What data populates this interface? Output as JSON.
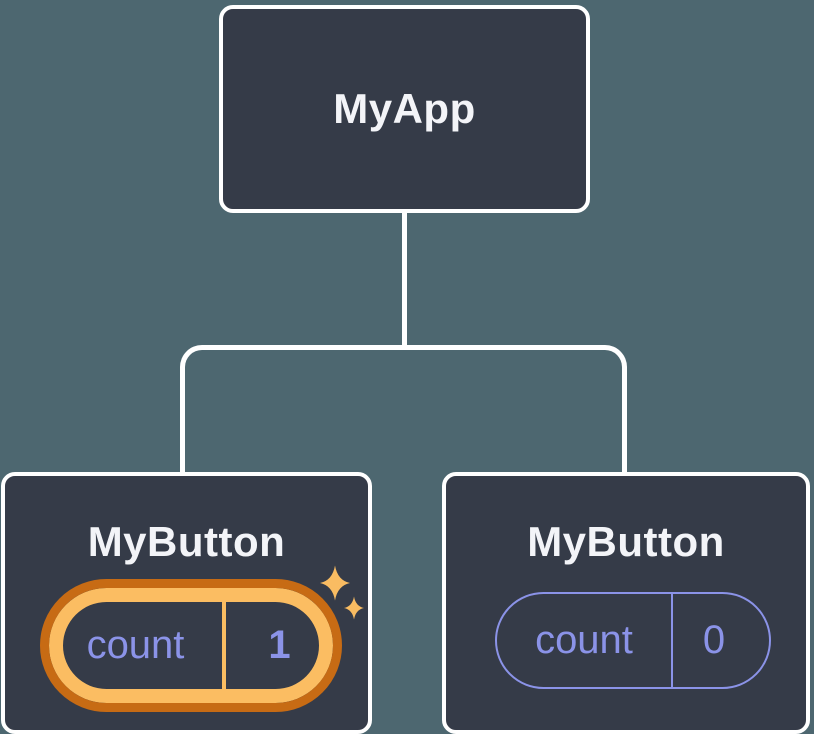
{
  "diagram": {
    "type": "component-tree",
    "tree": {
      "root": {
        "label": "MyApp"
      },
      "children": [
        {
          "label": "MyButton",
          "state_name": "count",
          "state_value": "1",
          "highlighted": true,
          "decoration": "sparkles-icon"
        },
        {
          "label": "MyButton",
          "state_name": "count",
          "state_value": "0",
          "highlighted": false
        }
      ]
    },
    "colors": {
      "background": "#4D6770",
      "node_fill": "#353B48",
      "node_border": "#FFFFFF",
      "connector": "#FFFFFF",
      "title_text": "#F3F4F8",
      "state_purple": "#8B93E8",
      "highlight_gold": "#FBBD62",
      "highlight_orange": "#C76B14",
      "sparkle": "#F9BC62"
    }
  }
}
